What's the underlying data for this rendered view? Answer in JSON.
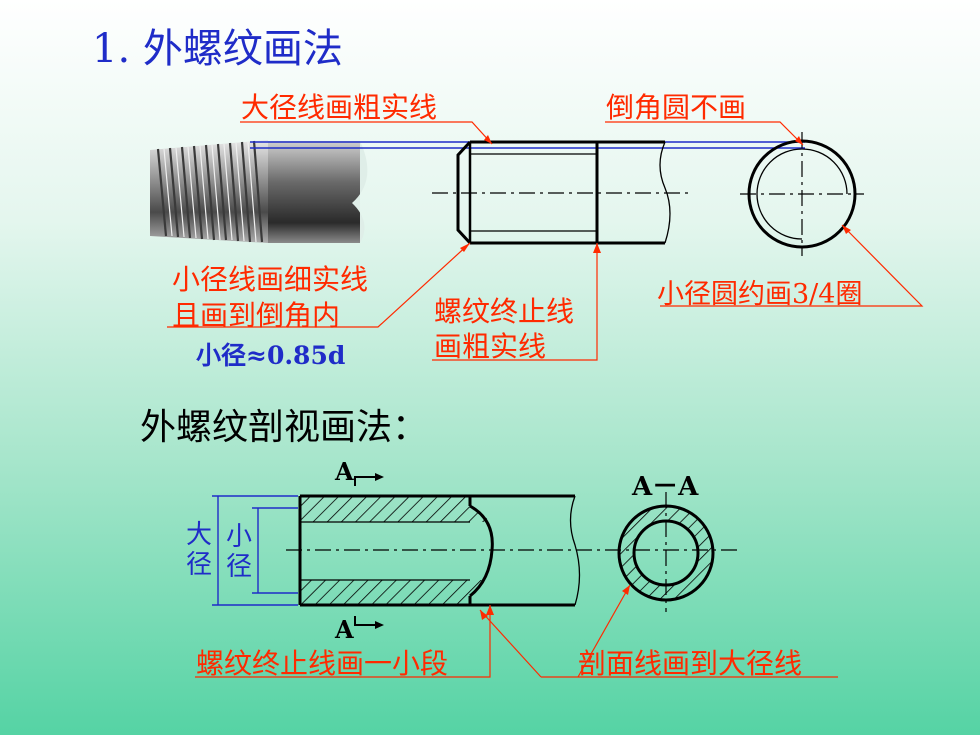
{
  "title": "1. 外螺纹画法",
  "section_title": "外螺纹剖视画法：",
  "labels": {
    "major_thick": "大径线画粗实线",
    "chamfer_circle": "倒角圆不画",
    "minor_thin_1": "小径线画细实线",
    "minor_thin_2": "且画到倒角内",
    "minor_approx": "小径≈0.85d",
    "thread_end_1": "螺纹终止线",
    "thread_end_2": "画粗实线",
    "minor_circle": "小径圆约画3/4圈",
    "section_end": "螺纹终止线画一小段",
    "hatch_to_major": "剖面线画到大径线",
    "major_dia": "大径",
    "minor_dia": "小径",
    "section_mark_top": "A",
    "section_mark_bottom": "A",
    "section_view": "A－A"
  },
  "colors": {
    "annotation": "#ff2a00",
    "blue": "#1f2cc8",
    "line": "#000000"
  }
}
